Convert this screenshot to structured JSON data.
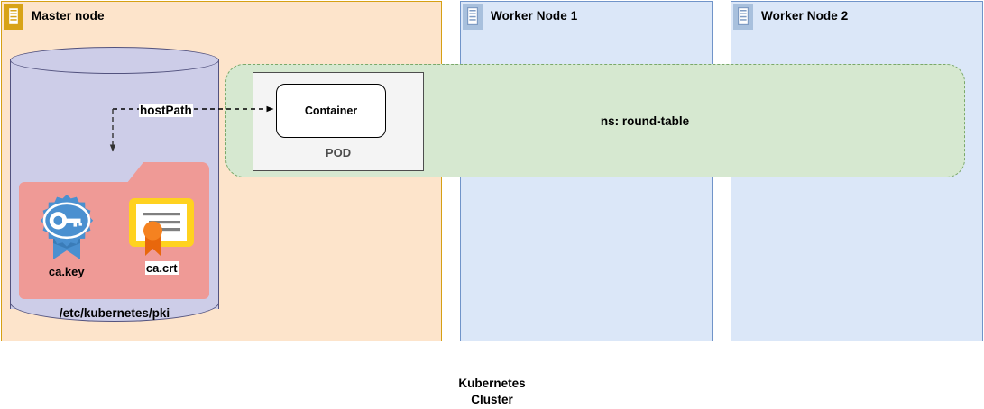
{
  "diagram": {
    "caption_line1": "Kubernetes",
    "caption_line2": "Cluster"
  },
  "nodes": [
    {
      "id": "master",
      "title": "Master node",
      "icon": "server-rack-icon",
      "accent": "#d8a317",
      "fill": "#fde4cb"
    },
    {
      "id": "worker-1",
      "title": "Worker Node 1",
      "icon": "server-rack-icon",
      "accent": "#a8c0dd",
      "fill": "#dbe7f8"
    },
    {
      "id": "worker-2",
      "title": "Worker Node 2",
      "icon": "server-rack-icon",
      "accent": "#a8c0dd",
      "fill": "#dbe7f8"
    }
  ],
  "storage": {
    "path_label": "/etc/kubernetes/pki",
    "cylinder_color": "#cdcde8",
    "folder_color": "#ef9a96",
    "files": [
      {
        "name": "ca.key",
        "icon": "key-badge-icon",
        "boxed_label": false
      },
      {
        "name": "ca.crt",
        "icon": "certificate-icon",
        "boxed_label": true
      }
    ]
  },
  "namespace": {
    "label": "ns: round-table",
    "fill": "#d6e8d0",
    "border": "#7aa86a"
  },
  "pod": {
    "caption": "POD",
    "container_label": "Container"
  },
  "connector": {
    "label": "hostPath"
  }
}
